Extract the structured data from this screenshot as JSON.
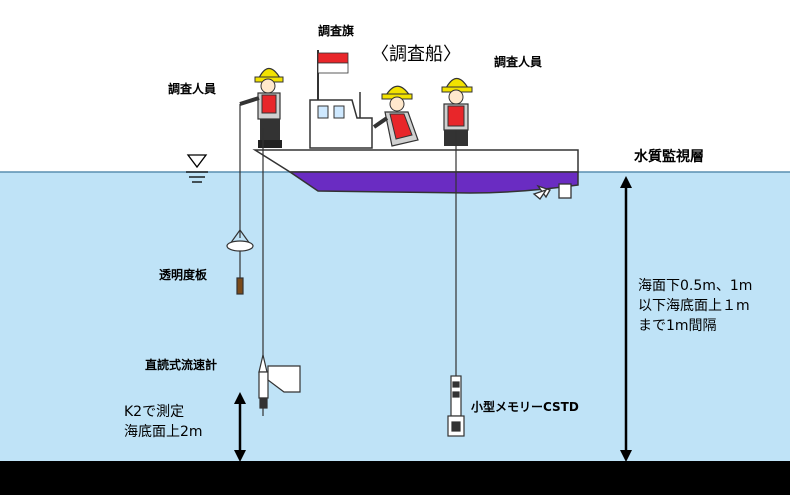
{
  "labels": {
    "survey_flag": "調査旗",
    "survey_ship": "〈調査船〉",
    "surveyor_left": "調査人員",
    "surveyor_right": "調査人員",
    "water_quality_layer": "水質監視層",
    "transparency_disk": "透明度板",
    "direct_reading_current_meter": "直読式流速計",
    "k2_note_line1": "K2で測定",
    "k2_note_line2": "海底面上2m",
    "small_memory_ctd": "小型メモリーCSTD",
    "depth_note_line1": "海面下0.5m、1m",
    "depth_note_line2": "以下海底面上１m",
    "depth_note_line3": "まで1m間隔"
  },
  "colors": {
    "sky": "#ffffff",
    "sea": "#bfe3f7",
    "seabed": "#000000",
    "hull": "#6a2cc2",
    "deck": "#ffffff",
    "flag_red": "#e8262a",
    "helmet": "#f2e200",
    "life_vest": "#e8262a"
  }
}
